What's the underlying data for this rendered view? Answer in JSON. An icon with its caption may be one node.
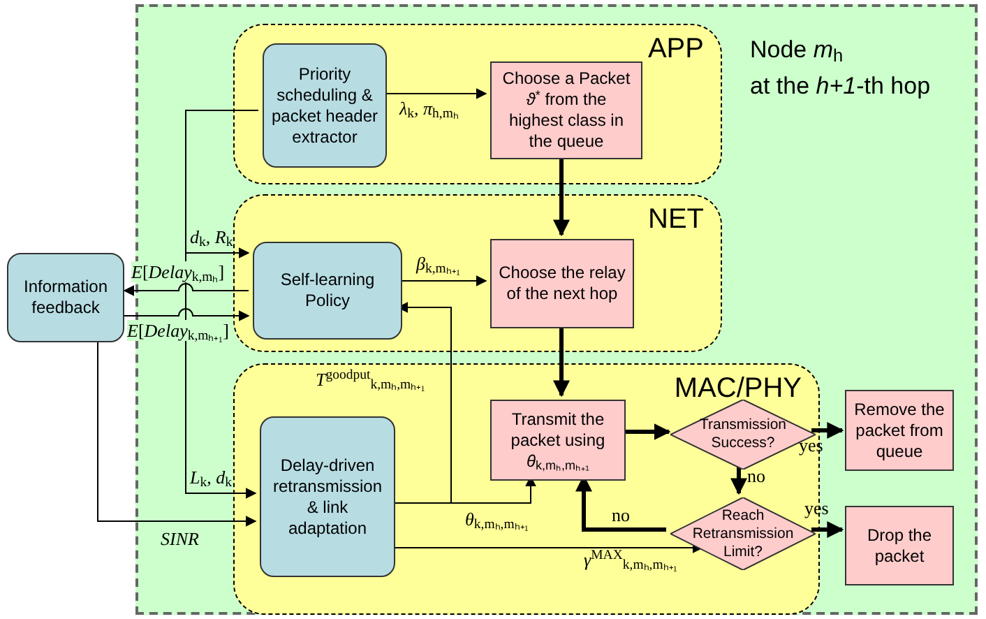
{
  "diagram": {
    "nodes": [
      {
        "text": [
          "Node *m*$_{h}$",
          "at the *h+1*-th hop"
        ]
      },
      {
        "text": [
          "APP"
        ],
        "in": 0
      },
      {
        "text": [
          "Priority scheduling & packet header extractor"
        ],
        "in": 1
      },
      {
        "text": [
          "Choose a Packet *ϑ*$^{*}$ from the highest class in the queue"
        ],
        "in": 1
      },
      {
        "text": [
          "NET"
        ],
        "in": 0
      },
      {
        "text": [
          "Self-learning Policy"
        ],
        "in": 4
      },
      {
        "text": [
          "Choose the relay of the next hop"
        ],
        "in": 4
      },
      {
        "text": [
          "MAC/PHY"
        ],
        "in": 0
      },
      {
        "text": [
          "Delay-driven retransmission & link adaptation"
        ],
        "in": 7
      },
      {
        "text": [
          "Transmit the packet using *θ*$_{k,mₕ,mₕ₊₁}$"
        ],
        "in": 7
      },
      {
        "text": [
          "Transmission Success?"
        ],
        "in": 7
      },
      {
        "text": [
          "Reach Retransmission Limit?"
        ],
        "in": 7
      },
      {
        "text": [
          "Information feedback"
        ]
      },
      {
        "text": [
          "Remove the packet from queue"
        ],
        "in": 0
      },
      {
        "text": [
          "Drop the packet"
        ],
        "in": 0
      }
    ],
    "edges": [
      {
        "from": 2,
        "to": 3,
        "arrow": "to",
        "label": "*λ*$_{k}$, *π*$_{h,mₕ}$"
      },
      {
        "from": 3,
        "to": 6,
        "arrow": "to",
        "style": "thick"
      },
      {
        "from": 5,
        "to": 6,
        "arrow": "to",
        "label": "*β*$_{k,mₕ₊₁}$"
      },
      {
        "from": 8,
        "to": 5,
        "arrow": "to",
        "label": "*T*$^{goodput}$$_{k,mₕ,mₕ₊₁}$"
      },
      {
        "from": 8,
        "to": 9,
        "arrow": "to",
        "label": "*θ*$_{k,mₕ,mₕ₊₁}$"
      },
      {
        "from": 6,
        "to": 9,
        "arrow": "to",
        "style": "thick"
      },
      {
        "from": 9,
        "to": 10,
        "arrow": "to",
        "style": "thick"
      },
      {
        "from": 10,
        "to": 13,
        "arrow": "to",
        "style": "thick",
        "label": "yes"
      },
      {
        "from": 10,
        "to": 11,
        "arrow": "to",
        "style": "thick",
        "label": "no"
      },
      {
        "from": 11,
        "to": 9,
        "arrow": "to",
        "style": "thick",
        "label": "no"
      },
      {
        "from": 11,
        "to": 14,
        "arrow": "to",
        "style": "thick",
        "label": "yes"
      },
      {
        "from": 8,
        "to": 11,
        "arrow": "to",
        "label": "*γ*$^{MAX}$$_{k,mₕ,mₕ₊₁}$"
      },
      {
        "from": 5,
        "to": 12,
        "arrow": "to",
        "label": "*E*[*Delay*$_{k,mₕ}$]"
      },
      {
        "from": 12,
        "to": 5,
        "arrow": "to",
        "label": "*E*[*Delay*$_{k,mₕ₊₁}$]"
      },
      {
        "from": 12,
        "to": 8,
        "arrow": "to",
        "label": "*SINR*"
      },
      {
        "from": 2,
        "to": 5,
        "arrow": "to",
        "label": "*d*$_{k}$, *R*$_{k}$"
      },
      {
        "from": 2,
        "to": 8,
        "arrow": "to",
        "label": "*L*$_{k}$, *d*$_{k}$"
      }
    ]
  }
}
